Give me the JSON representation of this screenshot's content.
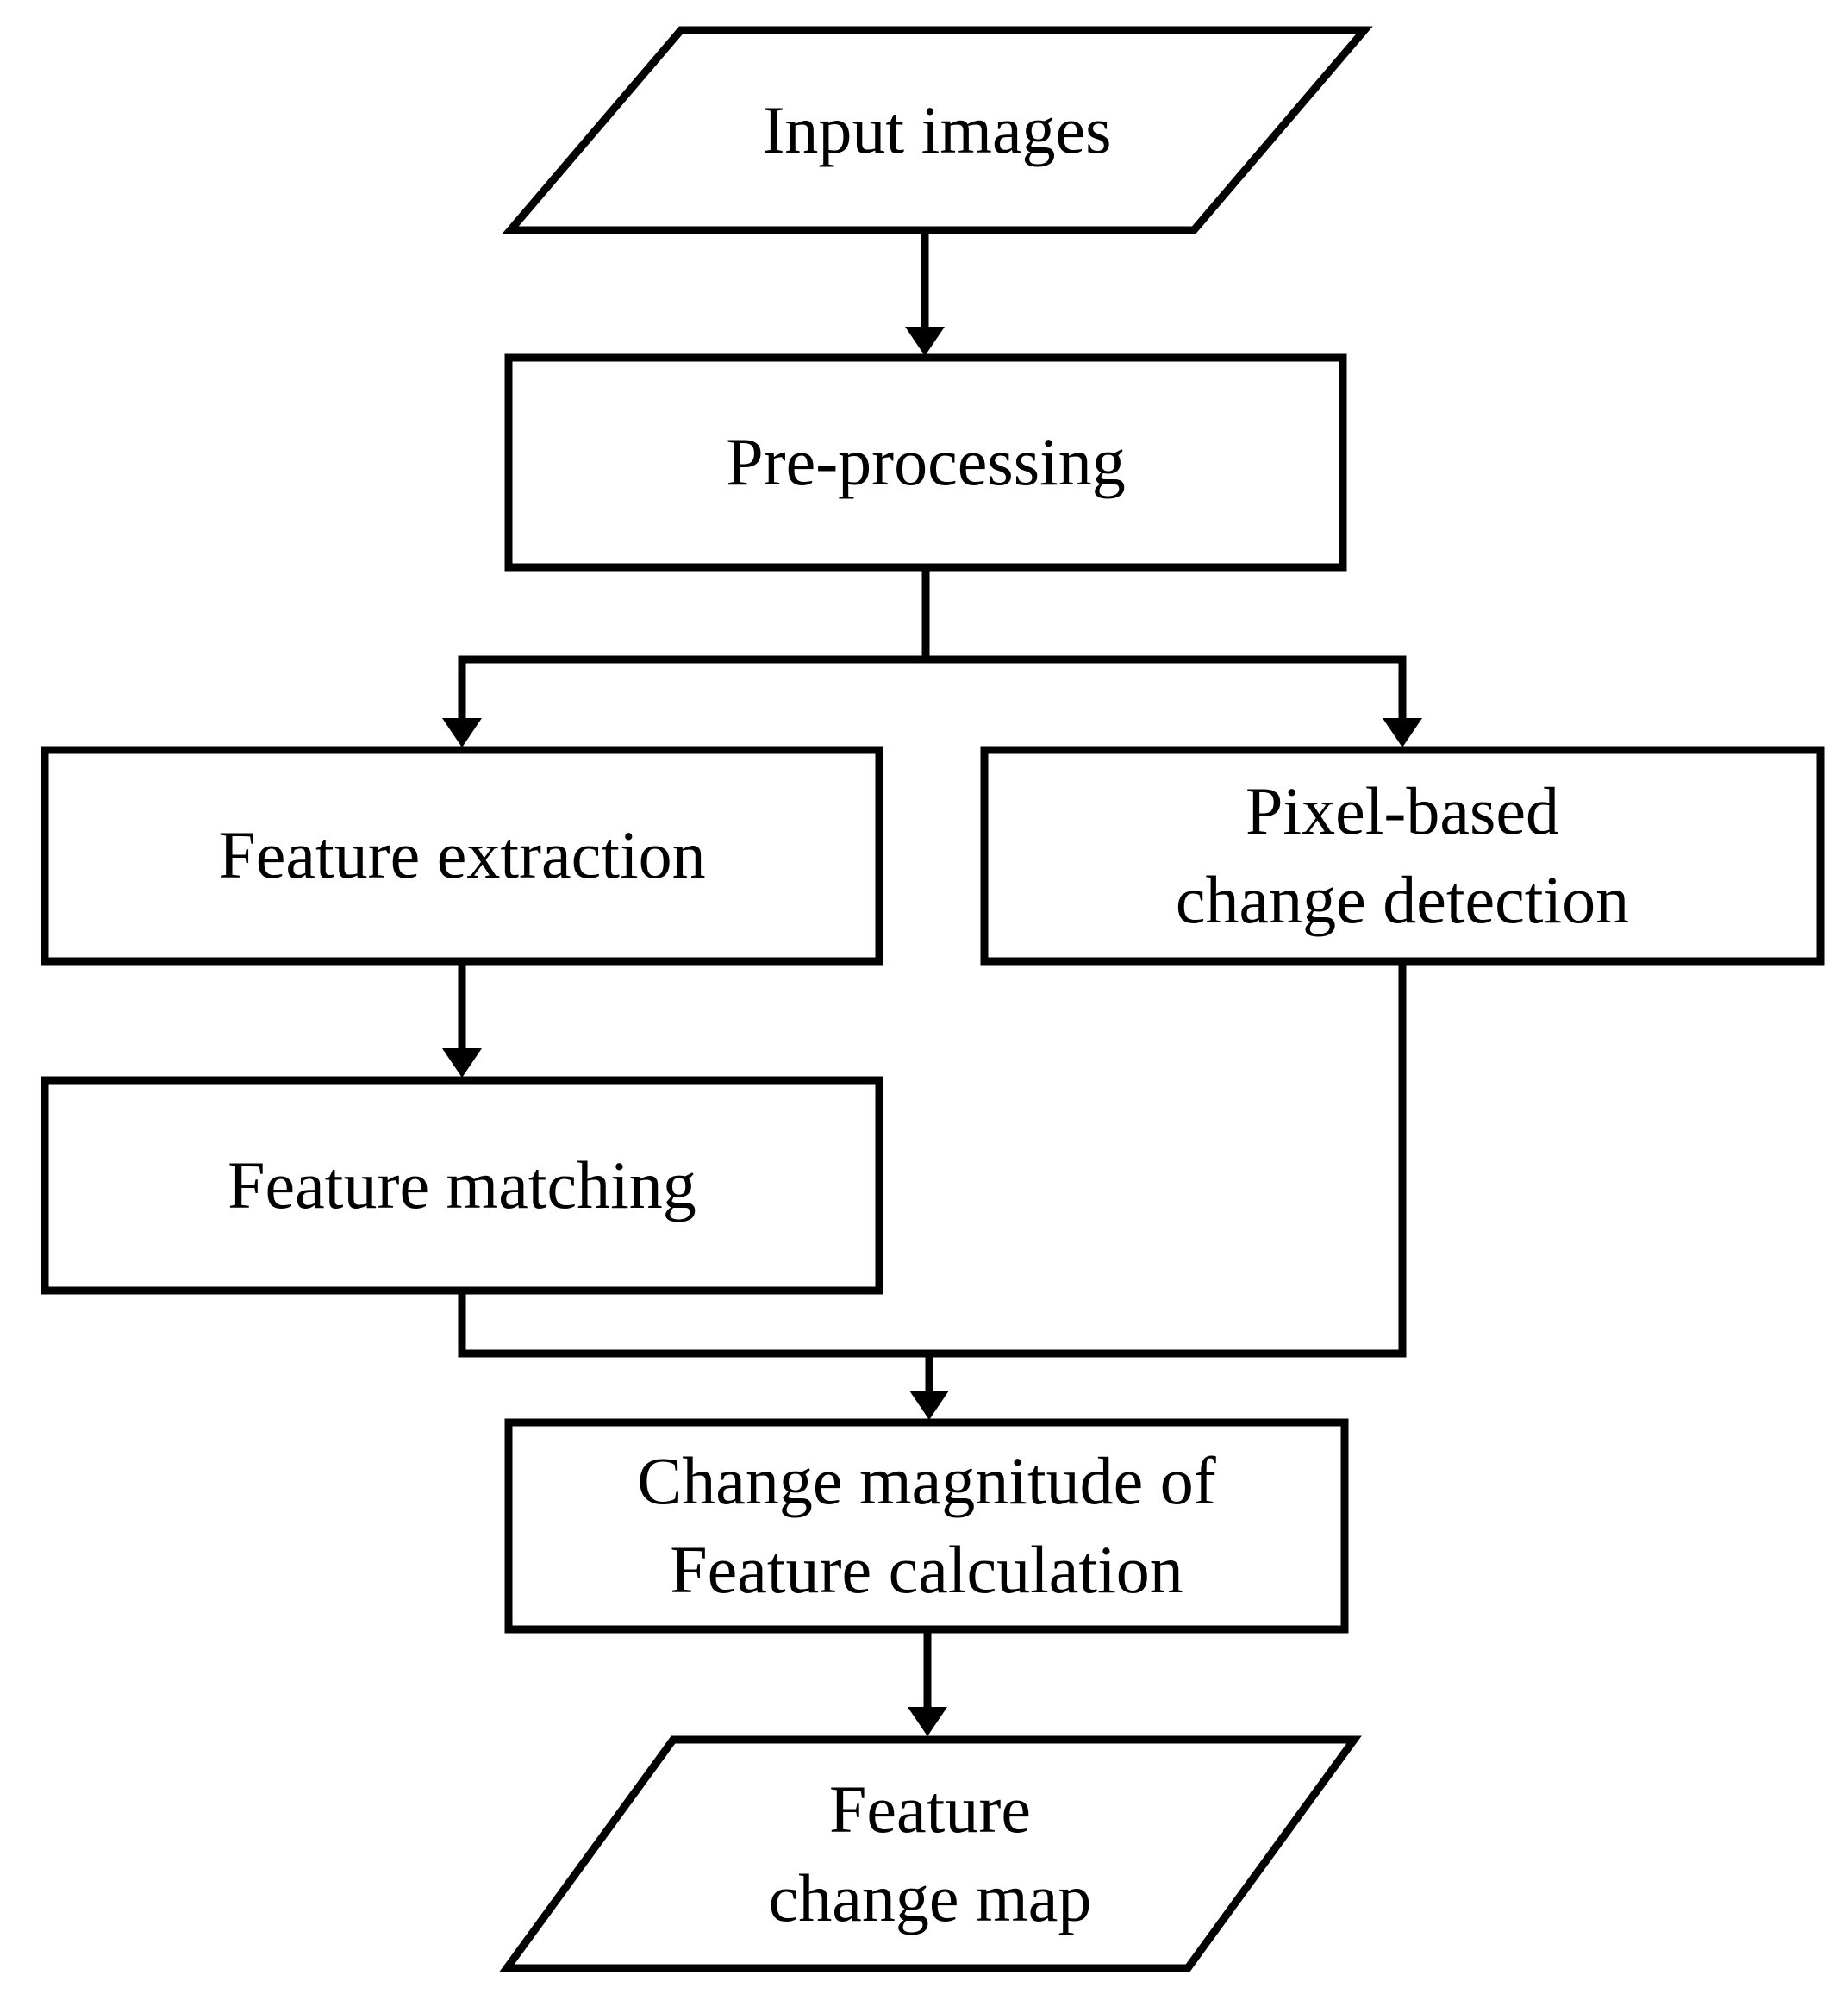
{
  "diagram": {
    "background_color": "#ffffff",
    "stroke_color": "#000000",
    "nodes": {
      "input_images": {
        "shape": "parallelogram",
        "lines": [
          "Input images"
        ]
      },
      "pre_processing": {
        "shape": "rectangle",
        "lines": [
          "Pre-processing"
        ]
      },
      "feature_extraction": {
        "shape": "rectangle",
        "lines": [
          "Feature extraction"
        ]
      },
      "pixel_based_change_detection": {
        "shape": "rectangle",
        "lines": [
          "Pixel-based",
          "change detection"
        ]
      },
      "feature_matching": {
        "shape": "rectangle",
        "lines": [
          "Feature matching"
        ]
      },
      "change_magnitude": {
        "shape": "rectangle",
        "lines": [
          "Change magnitude of",
          "Feature calculation"
        ]
      },
      "feature_change_map": {
        "shape": "parallelogram",
        "lines": [
          "Feature",
          "change map"
        ]
      }
    },
    "edges": [
      {
        "from": "input_images",
        "to": "pre_processing",
        "arrow": true
      },
      {
        "from": "pre_processing",
        "to": "feature_extraction",
        "arrow": true
      },
      {
        "from": "pre_processing",
        "to": "pixel_based_change_detection",
        "arrow": true
      },
      {
        "from": "feature_extraction",
        "to": "feature_matching",
        "arrow": true
      },
      {
        "from": "feature_matching",
        "to": "change_magnitude",
        "arrow": true
      },
      {
        "from": "pixel_based_change_detection",
        "to": "change_magnitude",
        "arrow": true
      },
      {
        "from": "change_magnitude",
        "to": "feature_change_map",
        "arrow": true
      }
    ]
  }
}
